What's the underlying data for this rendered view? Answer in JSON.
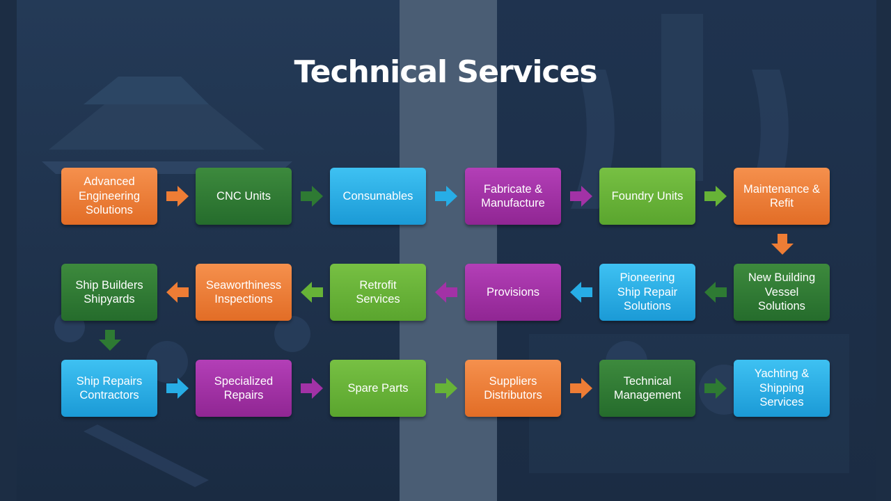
{
  "slide": {
    "title": "Technical Services"
  },
  "nodes": [
    {
      "id": "advanced-engineering",
      "label": "Advanced\nEngineering\nSolutions",
      "color": "orange"
    },
    {
      "id": "cnc-units",
      "label": "CNC Units",
      "color": "dgreen"
    },
    {
      "id": "consumables",
      "label": "Consumables",
      "color": "cyan"
    },
    {
      "id": "fabricate-manufacture",
      "label": "Fabricate &\nManufacture",
      "color": "purple"
    },
    {
      "id": "foundry-units",
      "label": "Foundry Units",
      "color": "lgreen"
    },
    {
      "id": "maintenance-refit",
      "label": "Maintenance &\nRefit",
      "color": "orange"
    },
    {
      "id": "new-building",
      "label": "New Building\nVessel\nSolutions",
      "color": "dgreen"
    },
    {
      "id": "pioneering-ship-repair",
      "label": "Pioneering\nShip Repair\nSolutions",
      "color": "cyan"
    },
    {
      "id": "provisions",
      "label": "Provisions",
      "color": "purple"
    },
    {
      "id": "retrofit-services",
      "label": "Retrofit\nServices",
      "color": "lgreen"
    },
    {
      "id": "seaworthiness-inspections",
      "label": "Seaworthiness\nInspections",
      "color": "orange"
    },
    {
      "id": "ship-builders-shipyards",
      "label": "Ship Builders\nShipyards",
      "color": "dgreen"
    },
    {
      "id": "ship-repairs-contractors",
      "label": "Ship Repairs\nContractors",
      "color": "cyan"
    },
    {
      "id": "specialized-repairs",
      "label": "Specialized\nRepairs",
      "color": "purple"
    },
    {
      "id": "spare-parts",
      "label": "Spare Parts",
      "color": "lgreen"
    },
    {
      "id": "suppliers-distributors",
      "label": "Suppliers\nDistributors",
      "color": "orange"
    },
    {
      "id": "technical-management",
      "label": "Technical\nManagement",
      "color": "dgreen"
    },
    {
      "id": "yachting-shipping",
      "label": "Yachting &\nShipping\nServices",
      "color": "cyan"
    }
  ],
  "arrows": [
    {
      "from": "advanced-engineering",
      "to": "cnc-units",
      "direction": "right",
      "color": "orange"
    },
    {
      "from": "cnc-units",
      "to": "consumables",
      "direction": "right",
      "color": "dgreen"
    },
    {
      "from": "consumables",
      "to": "fabricate-manufacture",
      "direction": "right",
      "color": "cyan"
    },
    {
      "from": "fabricate-manufacture",
      "to": "foundry-units",
      "direction": "right",
      "color": "purple"
    },
    {
      "from": "foundry-units",
      "to": "maintenance-refit",
      "direction": "right",
      "color": "lgreen"
    },
    {
      "from": "maintenance-refit",
      "to": "new-building",
      "direction": "down",
      "color": "orange"
    },
    {
      "from": "new-building",
      "to": "pioneering-ship-repair",
      "direction": "left",
      "color": "dgreen"
    },
    {
      "from": "pioneering-ship-repair",
      "to": "provisions",
      "direction": "left",
      "color": "cyan"
    },
    {
      "from": "provisions",
      "to": "retrofit-services",
      "direction": "left",
      "color": "purple"
    },
    {
      "from": "retrofit-services",
      "to": "seaworthiness-inspections",
      "direction": "left",
      "color": "lgreen"
    },
    {
      "from": "seaworthiness-inspections",
      "to": "ship-builders-shipyards",
      "direction": "left",
      "color": "orange"
    },
    {
      "from": "ship-builders-shipyards",
      "to": "ship-repairs-contractors",
      "direction": "down",
      "color": "dgreen"
    },
    {
      "from": "ship-repairs-contractors",
      "to": "specialized-repairs",
      "direction": "right",
      "color": "cyan"
    },
    {
      "from": "specialized-repairs",
      "to": "spare-parts",
      "direction": "right",
      "color": "purple"
    },
    {
      "from": "spare-parts",
      "to": "suppliers-distributors",
      "direction": "right",
      "color": "lgreen"
    },
    {
      "from": "suppliers-distributors",
      "to": "technical-management",
      "direction": "right",
      "color": "orange"
    },
    {
      "from": "technical-management",
      "to": "yachting-shipping",
      "direction": "right",
      "color": "dgreen"
    }
  ],
  "palette": {
    "orange": "#ee7d35",
    "dgreen": "#2e7a33",
    "cyan": "#27ade6",
    "purple": "#a232a6",
    "lgreen": "#67b337",
    "background": "#1c2d44",
    "center_band": "#4a5d74"
  }
}
